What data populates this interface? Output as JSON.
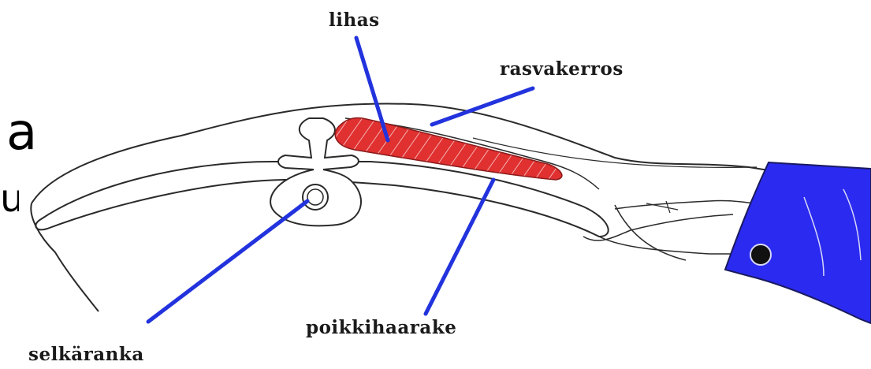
{
  "labels": {
    "muscle": "lihas",
    "fat_layer": "rasvakerros",
    "transverse_process": "poikkihaarake",
    "spine": "selkäranka"
  },
  "background_fragments": {
    "letter_a": "a",
    "letter_u": "u"
  },
  "colors": {
    "pointer_line": "#2233dd",
    "muscle_fill": "#e03030",
    "sleeve_fill": "#2a2af0",
    "outline": "#2a2a2a"
  }
}
